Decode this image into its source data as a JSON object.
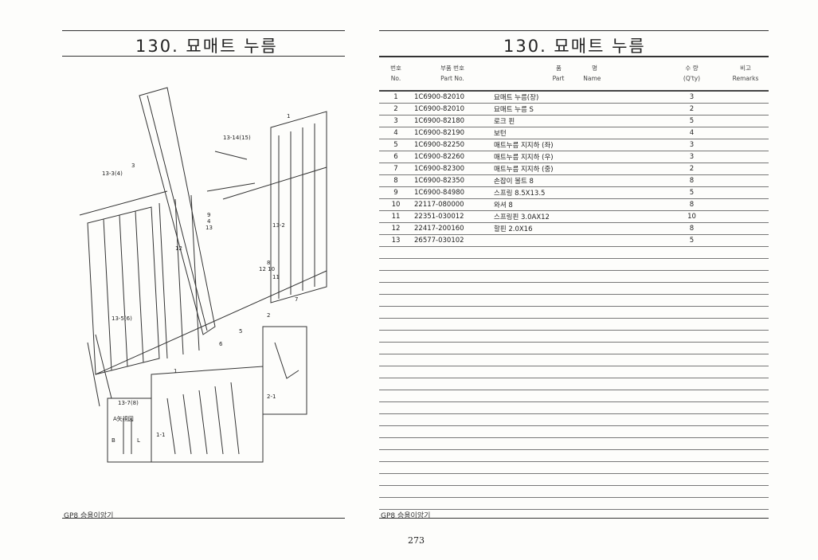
{
  "left_page": {
    "title": "130. 묘매트 누름",
    "footer": "GP8 승용이앙기",
    "diagram_callouts": [
      "1",
      "3",
      "13-3(4)",
      "13-14(15)",
      "9",
      "4",
      "13",
      "12",
      "13-2",
      "8",
      "12 10",
      "11",
      "7",
      "2",
      "5",
      "6",
      "13-5(6)",
      "1",
      "13-7(8)",
      "A矢視図",
      "B",
      "L",
      "2-1",
      "1-1"
    ]
  },
  "right_page": {
    "title": "130. 묘매트 누름",
    "footer": "GP8 승용이앙기",
    "page_number": "273",
    "table": {
      "headers": {
        "no_ko": "번호",
        "no_en": "No.",
        "part_no_ko": "부품 번호",
        "part_no_en": "Part  No.",
        "name_ko_1": "품",
        "name_ko_2": "명",
        "name_en_1": "Part",
        "name_en_2": "Name",
        "qty_ko": "수 량",
        "qty_en": "(Q'ty)",
        "remarks_ko": "비고",
        "remarks_en": "Remarks"
      },
      "rows": [
        {
          "no": "1",
          "part_no": "1C6900-82010",
          "name": "묘매트 누름(장)",
          "qty": "3"
        },
        {
          "no": "2",
          "part_no": "1C6900-82010",
          "name": "묘매트 누름 S",
          "qty": "2"
        },
        {
          "no": "3",
          "part_no": "1C6900-82180",
          "name": "로크 핀",
          "qty": "5"
        },
        {
          "no": "4",
          "part_no": "1C6900-82190",
          "name": "보턴",
          "qty": "4"
        },
        {
          "no": "5",
          "part_no": "1C6900-82250",
          "name": "매트누름 지지하 (좌)",
          "qty": "3"
        },
        {
          "no": "6",
          "part_no": "1C6900-82260",
          "name": "매트누름 지지하 (우)",
          "qty": "3"
        },
        {
          "no": "7",
          "part_no": "1C6900-82300",
          "name": "매트누름 지지하 (중)",
          "qty": "2"
        },
        {
          "no": "8",
          "part_no": "1C6900-82350",
          "name": "손잡이 볼트 8",
          "qty": "8"
        },
        {
          "no": "9",
          "part_no": "1C6900-84980",
          "name": "스프링 8.5X13.5",
          "qty": "5"
        },
        {
          "no": "10",
          "part_no": "22117-080000",
          "name": "와셔 8",
          "qty": "8"
        },
        {
          "no": "11",
          "part_no": "22351-030012",
          "name": "스프링핀 3.0AX12",
          "qty": "10"
        },
        {
          "no": "12",
          "part_no": "22417-200160",
          "name": "할핀 2.0X16",
          "qty": "8"
        },
        {
          "no": "13",
          "part_no": "26577-030102",
          "name": "",
          "qty": "5"
        }
      ]
    }
  }
}
